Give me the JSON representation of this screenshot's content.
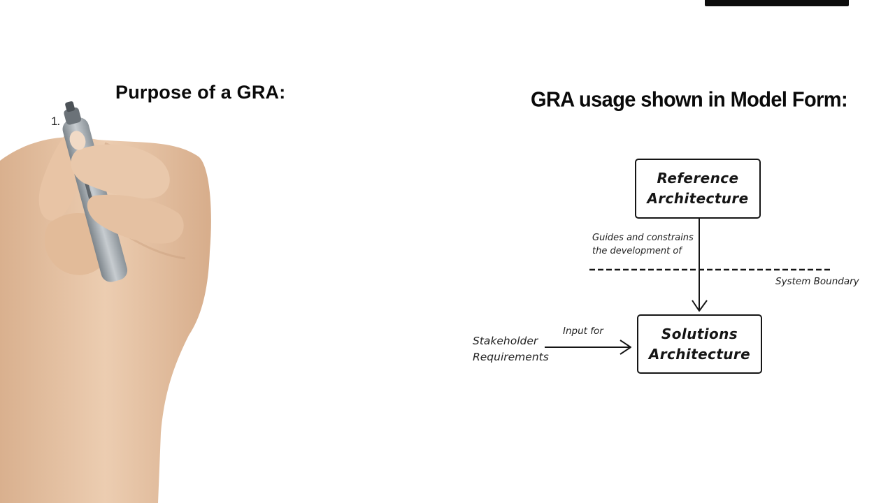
{
  "left_panel": {
    "heading": "Purpose of a GRA:",
    "list_number": "1."
  },
  "right_panel": {
    "heading": "GRA usage shown in Model Form:",
    "diagram": {
      "reference_box": "Reference\nArchitecture",
      "solutions_box": "Solutions\nArchitecture",
      "guides_label": "Guides and constrains\nthe development of",
      "boundary_label": "System Boundary",
      "input_label": "Input for",
      "stakeholder_label": "Stakeholder\nRequirements"
    }
  },
  "colors": {
    "background": "#ffffff",
    "ink": "#151515",
    "skin": "#e7c6a8",
    "marker_body": "#9aa2a8"
  },
  "icons": {
    "hand": "hand-holding-marker-icon"
  }
}
